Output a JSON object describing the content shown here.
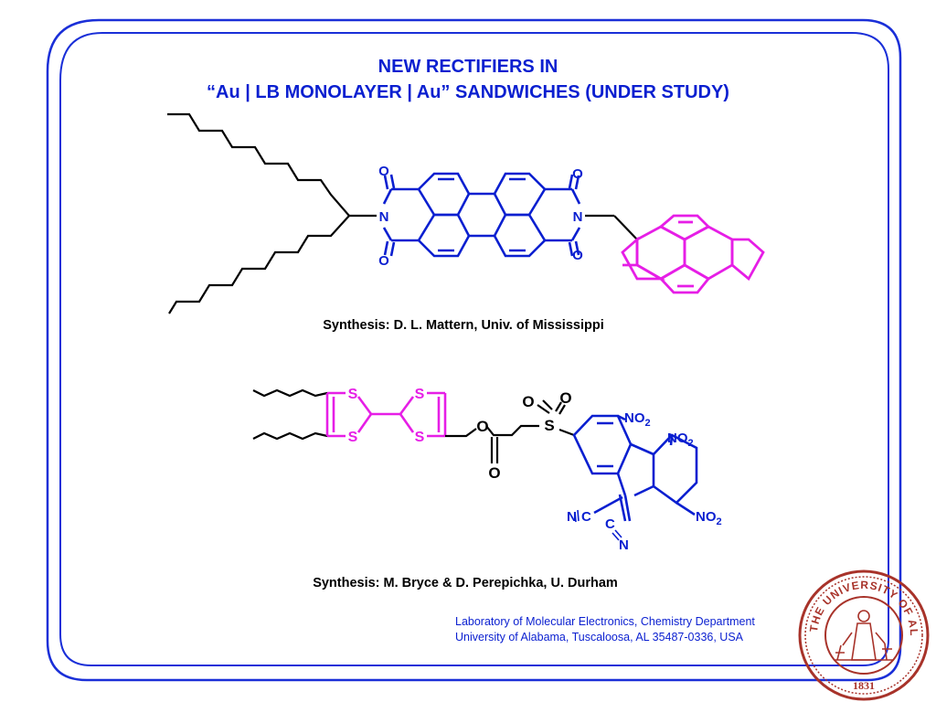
{
  "title": {
    "line1": "NEW RECTIFIERS IN",
    "line2": "“Au | LB MONOLAYER | Au” SANDWICHES (UNDER STUDY)"
  },
  "molecule1": {
    "credit": "Synthesis: D. L. Mattern, Univ. of Mississippi",
    "atoms": {
      "o": "O",
      "n": "N"
    }
  },
  "molecule2": {
    "credit": "Synthesis: M. Bryce & D. Perepichka, U. Durham",
    "atoms": {
      "s": "S",
      "o": "O",
      "n": "N",
      "c": "C",
      "no2": "NO",
      "sub2": "2"
    }
  },
  "footer": {
    "line1": "Laboratory of Molecular Electronics, Chemistry Department",
    "line2": "University of Alabama, Tuscaloosa, AL 35487-0336, USA"
  },
  "seal": {
    "text": "THE UNIVERSITY OF ALABAMA",
    "year": "1831"
  },
  "colors": {
    "frame": "#1a2fd8",
    "acceptor": "#0a1fd0",
    "donor": "#e61ee6",
    "chain": "#000000",
    "seal": "#a8332a"
  }
}
